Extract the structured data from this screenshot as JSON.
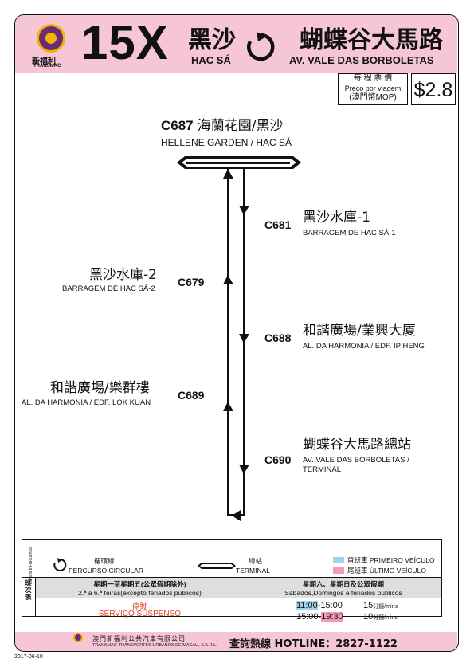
{
  "header": {
    "operator_cn": "新福利",
    "operator_en": "TRANSMAC",
    "route_number": "15X",
    "origin_cn": "黑沙",
    "origin_pt": "HAC SÁ",
    "destination_cn": "蝴蝶谷大馬路",
    "destination_pt": "AV. VALE DAS BORBOLETAS"
  },
  "fare": {
    "label_cn": "每 程 票 價",
    "label_pt": "Preço por viagem",
    "currency_label": "(澳門幣MOP)",
    "price": "$2.8"
  },
  "terminal_top": {
    "code": "C687",
    "name_cn": "海蘭花園/黑沙",
    "name_en": "HELLENE GARDEN / HAC SÁ"
  },
  "stops_right": [
    {
      "code": "C681",
      "name_cn": "黑沙水庫-1",
      "name_pt": "BARRAGEM DE HAC SÁ-1"
    },
    {
      "code": "C688",
      "name_cn": "和諧廣場/業興大廈",
      "name_pt": "AL. DA HARMONIA / EDF. IP HENG"
    },
    {
      "code": "C690",
      "name_cn": "蝴蝶谷大馬路總站",
      "name_pt": "AV. VALE DAS BORBOLETAS /",
      "name_pt2": "TERMINAL"
    }
  ],
  "stops_left": [
    {
      "code": "C679",
      "name_cn": "黑沙水庫-2",
      "name_pt": "BARRAGEM DE HAC SÁ-2"
    },
    {
      "code": "C689",
      "name_cn": "和諧廣場/樂群樓",
      "name_pt": "AL. DA HARMONIA / EDF. LOK KUAN"
    }
  ],
  "legend": {
    "circular_cn": "循環線",
    "circular_pt": "PERCURSO CIRCULAR",
    "terminal_cn": "總站",
    "terminal_pt": "TERMINAL",
    "first_bus": "首班車 PRIMEIRO VEÍCULO",
    "last_bus": "尾班車 ÚLTIMO VEÍCULO",
    "first_color": "#9fd3ee",
    "last_color": "#f49ab8"
  },
  "schedule": {
    "side_label_cn": "班次表",
    "side_label_pt": "Horário e Frequência",
    "weekday_cn": "星期一至星期五(公眾假期除外)",
    "weekday_pt": "2.ª a 6.ª feiras(excepto feriados públicos)",
    "weekend_cn": "星期六、星期日及公眾假期",
    "weekend_pt": "Sábados,Domingos e feriados públicos",
    "suspended_cn": "停駛",
    "suspended_pt": "SERVIÇO SUSPENSO",
    "period1_start": "11:00",
    "period1_end": "-15:00",
    "period1_freq": "15",
    "period2_start": "15:00-",
    "period2_end": "19:30",
    "period2_freq": "10",
    "freq_unit": "分鐘/mins"
  },
  "footer": {
    "company_cn": "澳門新福利公共汽車有限公司",
    "company_pt": "TRANSMAC-TRANSPORTES URBANOS DE MACAU, S.A.R.L.",
    "hotline_label": "查詢熱線 HOTLINE：",
    "hotline_number": "2827-1122",
    "date": "2017-06-10"
  }
}
